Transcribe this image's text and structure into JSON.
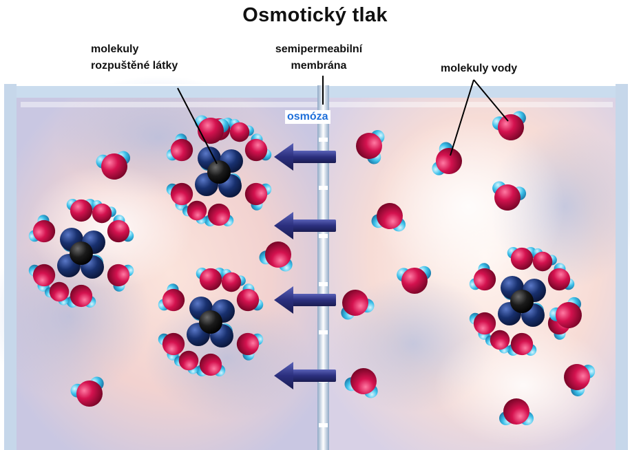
{
  "title": "Osmotický tlak",
  "labels": {
    "solute_line1": "molekuly",
    "solute_line2": "rozpuštěné látky",
    "membrane_line1": "semipermeabilní",
    "membrane_line2": "membrána",
    "water": "molekuly vody",
    "osmosis": "osmóza"
  },
  "colors": {
    "oxygen": "#d4124f",
    "hydrogen": "#3cc0ea",
    "solute_core": "#111827",
    "solute_arm": "#18306e",
    "arrow": "#2b2f7e",
    "membrane": "#cfdff0"
  },
  "icons": [
    "water-molecule-icon",
    "solute-molecule-icon",
    "osmosis-arrow-icon"
  ]
}
